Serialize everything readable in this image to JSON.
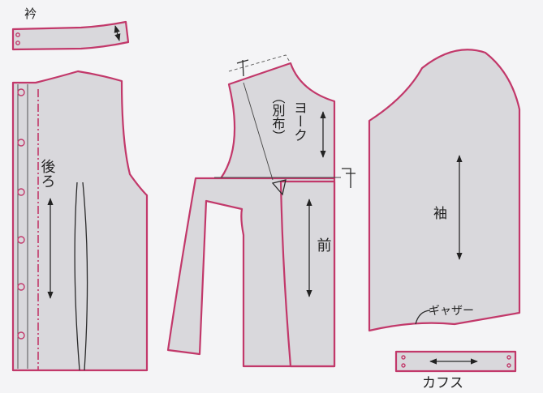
{
  "labels": {
    "collar": "衿",
    "back": "後ろ",
    "yoke": "ヨーク",
    "yoke_note": "（別布）",
    "front": "前",
    "sleeve": "袖",
    "gather": "ギャザー",
    "cuffs": "カフス"
  },
  "colors": {
    "outline": "#c2386a",
    "fabric": "#d9d8dc",
    "ink": "#222222"
  }
}
